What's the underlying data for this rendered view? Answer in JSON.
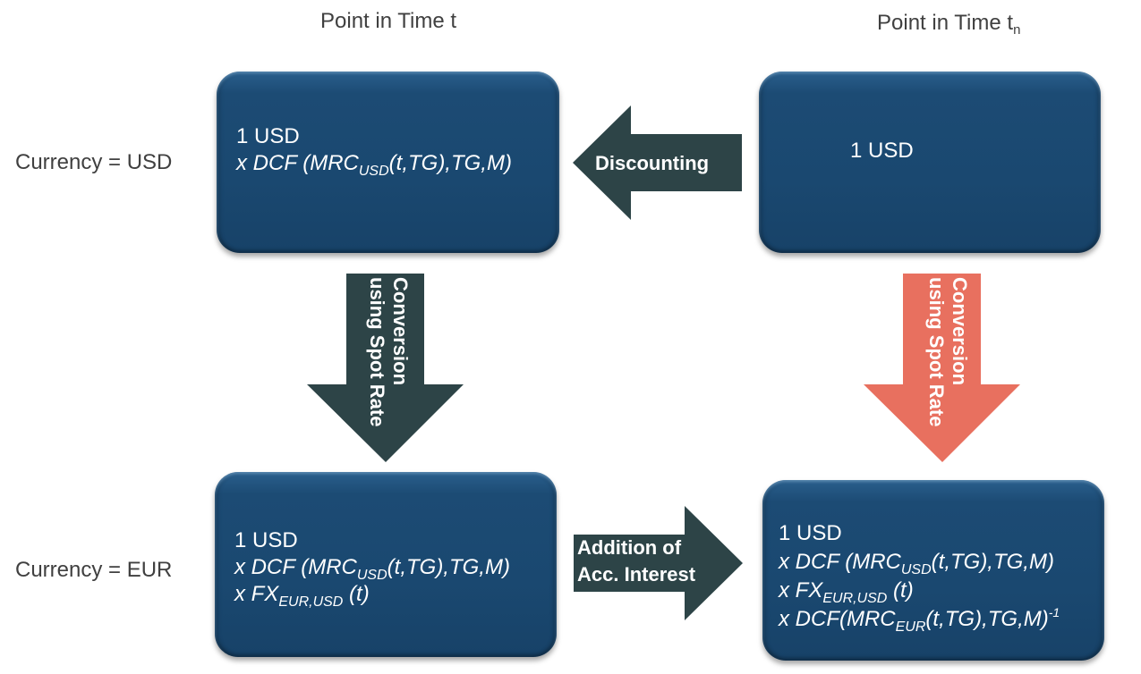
{
  "headers": {
    "time_t": "Point in Time t",
    "time_tn_base": "Point in Time t",
    "time_tn_sub": "n"
  },
  "row_labels": {
    "usd": "Currency = USD",
    "eur": "Currency = EUR"
  },
  "boxes": {
    "usd_t": {
      "line1": "1 USD",
      "line2_pre": "x DCF (MRC",
      "line2_sub": "USD",
      "line2_post": "(t,TG),TG,M)"
    },
    "usd_tn": {
      "line1": "1 USD"
    },
    "eur_t": {
      "line1": "1 USD",
      "line2_pre": "x DCF (MRC",
      "line2_sub": "USD",
      "line2_post": "(t,TG),TG,M)",
      "line3_pre": "x FX",
      "line3_sub": "EUR,USD",
      "line3_post": " (t)"
    },
    "eur_tn": {
      "line1": "1 USD",
      "line2_pre": "x DCF (MRC",
      "line2_sub": "USD",
      "line2_post": "(t,TG),TG,M)",
      "line3_pre": "x FX",
      "line3_sub": "EUR,USD",
      "line3_post": " (t)",
      "line4_pre": "x DCF(MRC",
      "line4_sub": "EUR",
      "line4_post": "(t,TG),TG,M)",
      "line4_sup": "-1"
    }
  },
  "arrows": {
    "discounting": {
      "label": "Discounting",
      "direction": "left",
      "color": "#2d4447"
    },
    "conversion_t": {
      "line1": "Conversion",
      "line2": "using Spot Rate",
      "direction": "down",
      "color": "#2d4447"
    },
    "conversion_tn": {
      "line1": "Conversion",
      "line2": "using Spot Rate",
      "direction": "down",
      "color": "#e8705f"
    },
    "accrued_interest": {
      "line1": "Addition of",
      "line2": "Acc. Interest",
      "direction": "right",
      "color": "#2d4447"
    }
  },
  "colors": {
    "box_fill": "#1c4a72",
    "text_dark": "#404040",
    "arrow_dark": "#2d4447",
    "arrow_accent": "#e8705f"
  }
}
